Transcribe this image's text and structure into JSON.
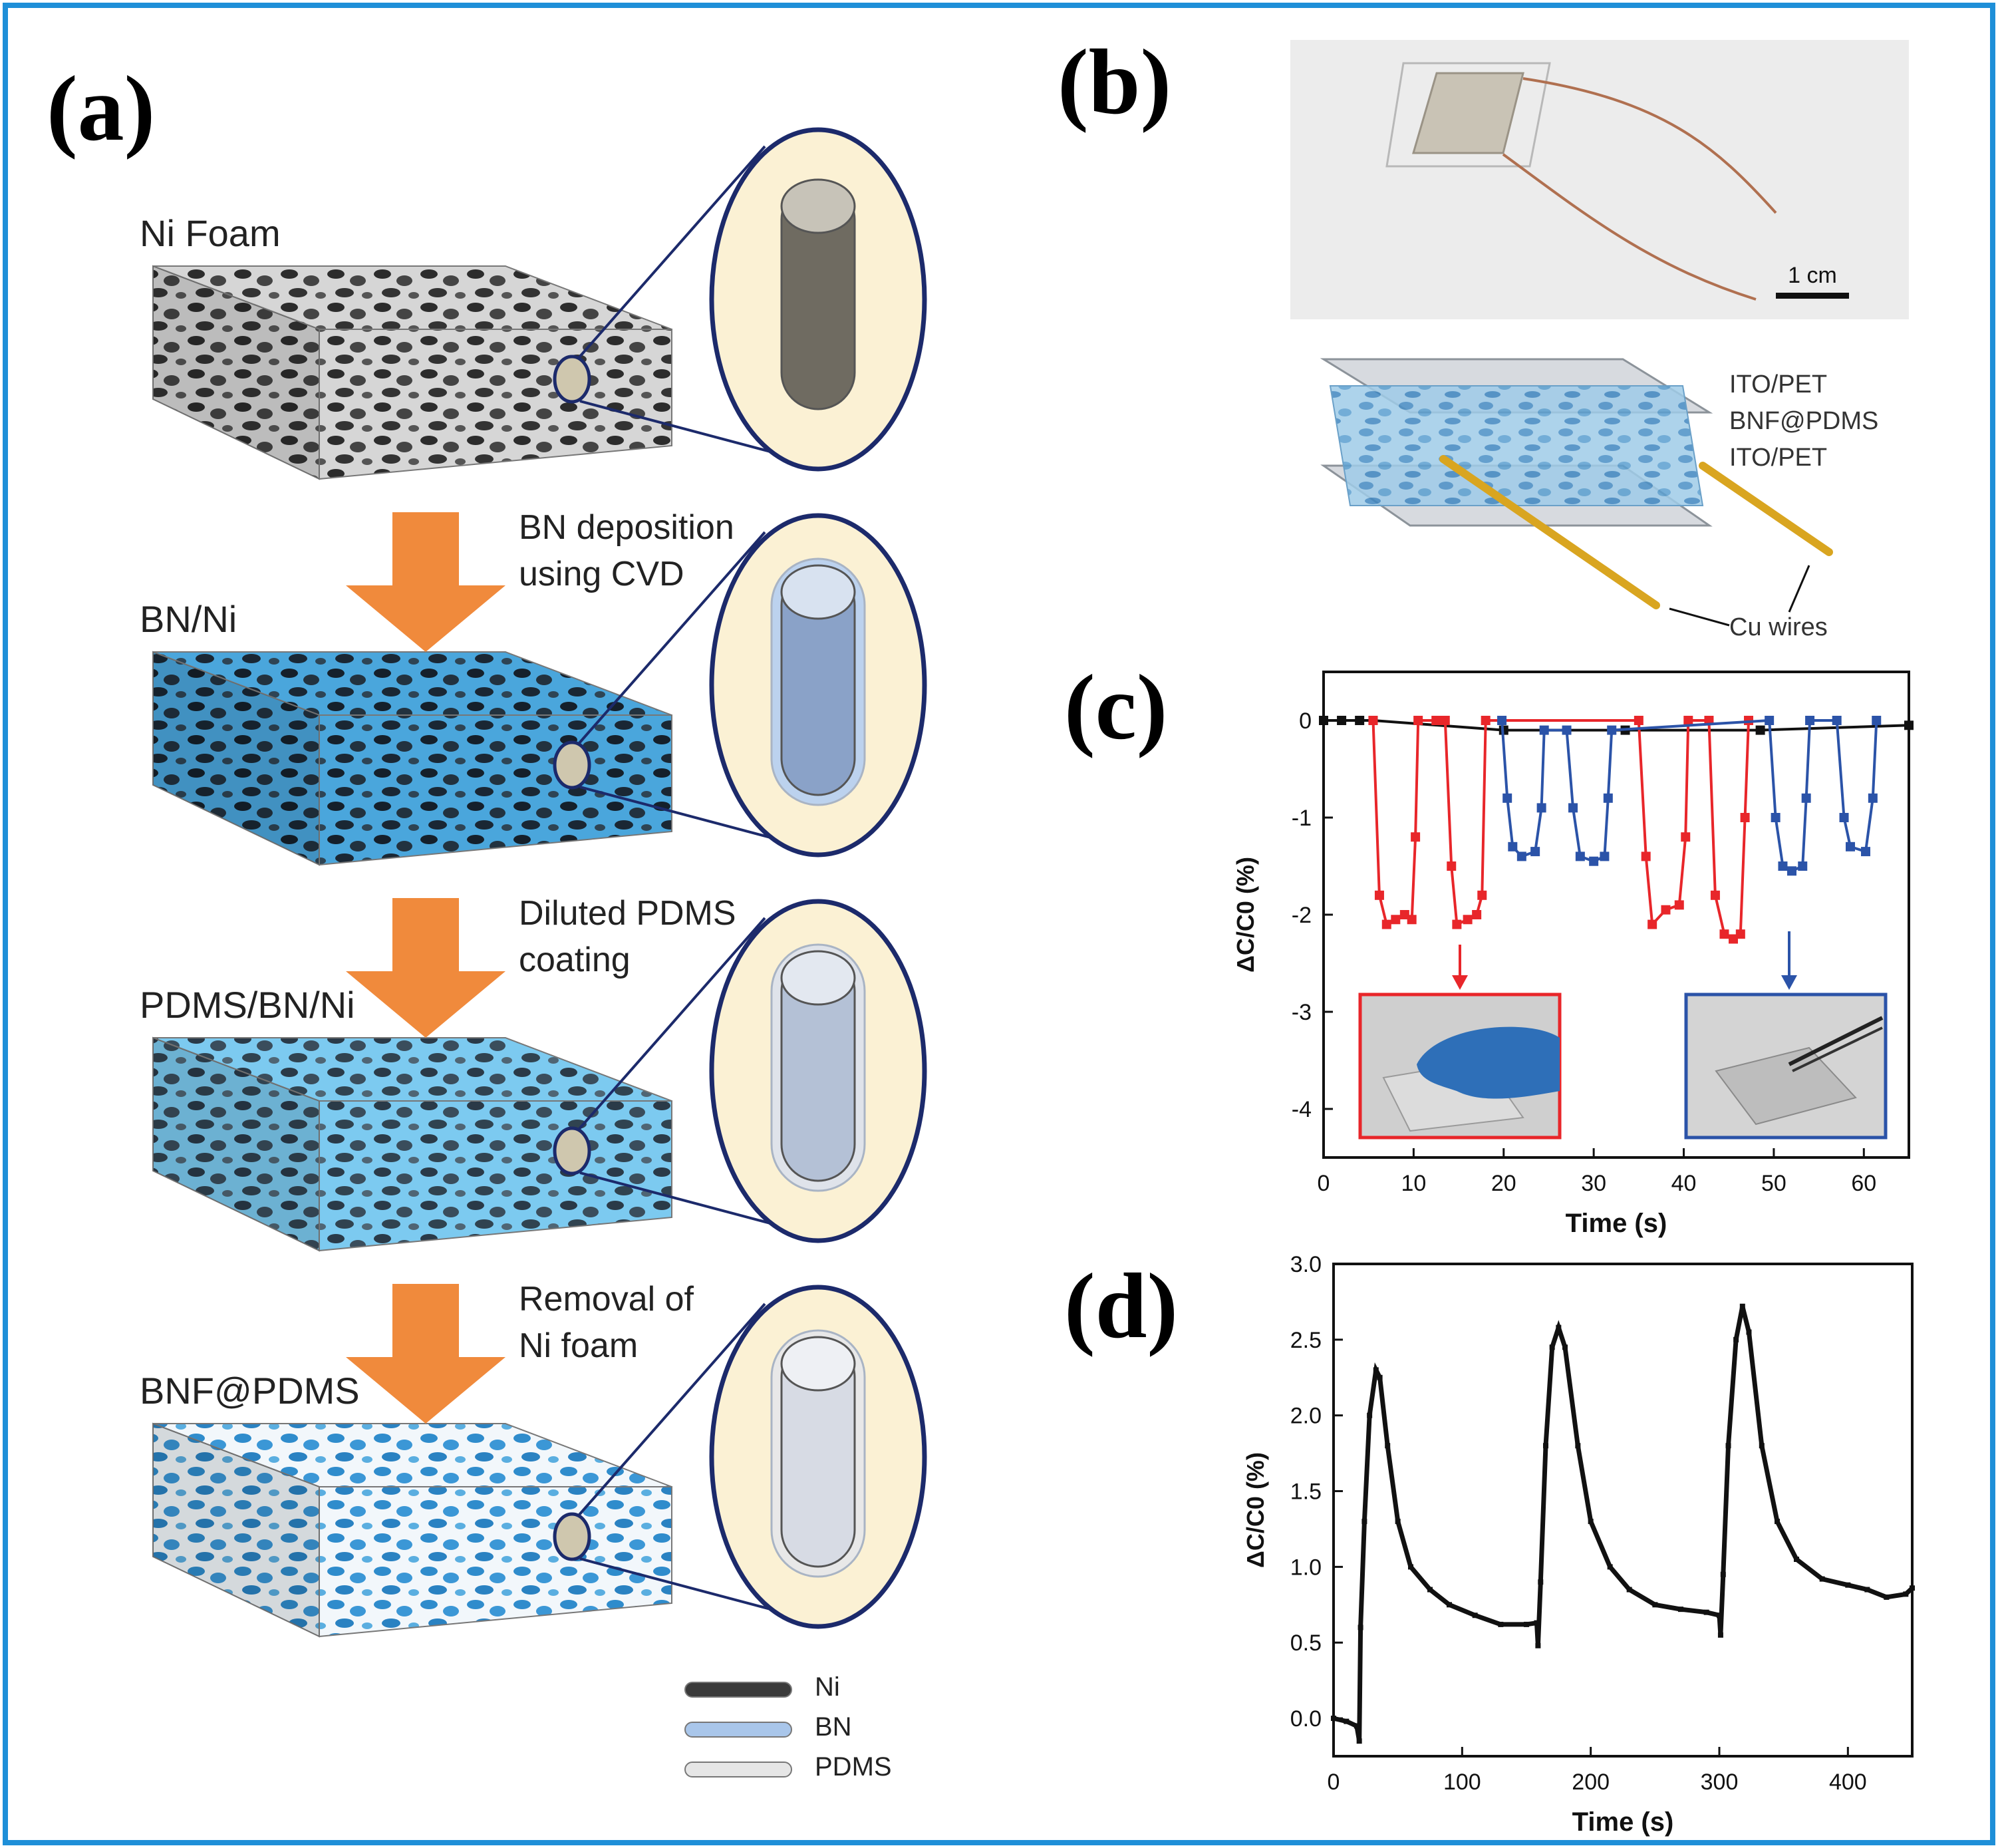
{
  "panels": {
    "a": {
      "label": "(a)",
      "stages": [
        {
          "name": "Ni Foam",
          "theme": "gray"
        },
        {
          "name": "BN/Ni",
          "theme": "blue-dark"
        },
        {
          "name": "PDMS/BN/Ni",
          "theme": "blue-light"
        },
        {
          "name": "BNF@PDMS",
          "theme": "blue-white"
        }
      ],
      "steps": [
        {
          "line1": "BN deposition",
          "line2": "using CVD"
        },
        {
          "line1": "Diluted PDMS",
          "line2": "coating"
        },
        {
          "line1": "Removal of",
          "line2": "Ni foam"
        }
      ],
      "legend": [
        {
          "label": "Ni",
          "color": "#3a3a3a"
        },
        {
          "label": "BN",
          "color": "#a9c6ea"
        },
        {
          "label": "PDMS",
          "color": "#e6e6e6"
        }
      ]
    },
    "b": {
      "label": "(b)",
      "scale_bar": "1 cm",
      "layers": [
        "ITO/PET",
        "BNF@PDMS",
        "ITO/PET"
      ],
      "wires_label": "Cu wires"
    },
    "c": {
      "label": "(c)"
    },
    "d": {
      "label": "(d)"
    }
  },
  "colors": {
    "frame": "#1e8fd8",
    "arrow": "#f08a3c",
    "red": "#e8262a",
    "blue": "#2b53a8"
  },
  "chart_data": [
    {
      "type": "line",
      "xlabel": "Time (s)",
      "ylabel": "ΔC/C0 (%)",
      "xlim": [
        0,
        65
      ],
      "ylim": [
        -4.5,
        0.5
      ],
      "xticks": [
        0,
        10,
        20,
        30,
        40,
        50,
        60
      ],
      "yticks": [
        0,
        -1,
        -2,
        -3,
        -4
      ],
      "series": [
        {
          "color": "#111111",
          "points": [
            [
              0,
              0
            ],
            [
              2,
              0
            ],
            [
              4,
              0
            ],
            [
              5.5,
              0
            ],
            [
              20,
              -0.1
            ],
            [
              33.5,
              -0.1
            ],
            [
              48.5,
              -0.1
            ],
            [
              65,
              -0.05
            ]
          ]
        },
        {
          "color": "#e8262a",
          "points": [
            [
              5.5,
              0
            ],
            [
              6.2,
              -1.8
            ],
            [
              7,
              -2.1
            ],
            [
              8,
              -2.05
            ],
            [
              9,
              -2.0
            ],
            [
              9.8,
              -2.05
            ],
            [
              10.2,
              -1.2
            ],
            [
              10.5,
              0
            ],
            [
              12.5,
              0
            ],
            [
              13.5,
              0
            ],
            [
              14.2,
              -1.5
            ],
            [
              14.8,
              -2.1
            ],
            [
              16,
              -2.05
            ],
            [
              17,
              -2.0
            ],
            [
              17.6,
              -1.8
            ],
            [
              18,
              0
            ],
            [
              35,
              0
            ],
            [
              35.8,
              -1.4
            ],
            [
              36.5,
              -2.1
            ],
            [
              38,
              -1.95
            ],
            [
              39.5,
              -1.9
            ],
            [
              40.2,
              -1.2
            ],
            [
              40.5,
              0
            ],
            [
              42.8,
              0
            ],
            [
              43.5,
              -1.8
            ],
            [
              44.5,
              -2.2
            ],
            [
              45.5,
              -2.25
            ],
            [
              46.3,
              -2.2
            ],
            [
              46.8,
              -1.0
            ],
            [
              47.2,
              0
            ]
          ]
        },
        {
          "color": "#2b53a8",
          "points": [
            [
              19.8,
              0
            ],
            [
              20.4,
              -0.8
            ],
            [
              21,
              -1.3
            ],
            [
              22,
              -1.4
            ],
            [
              23.5,
              -1.35
            ],
            [
              24.2,
              -0.9
            ],
            [
              24.5,
              -0.1
            ],
            [
              27,
              -0.1
            ],
            [
              27.7,
              -0.9
            ],
            [
              28.5,
              -1.4
            ],
            [
              30,
              -1.45
            ],
            [
              31.2,
              -1.4
            ],
            [
              31.6,
              -0.8
            ],
            [
              32,
              -0.1
            ],
            [
              49.5,
              0
            ],
            [
              50.2,
              -1.0
            ],
            [
              51,
              -1.5
            ],
            [
              52,
              -1.55
            ],
            [
              53.2,
              -1.5
            ],
            [
              53.6,
              -0.8
            ],
            [
              54,
              0
            ],
            [
              57,
              0
            ],
            [
              57.8,
              -1.0
            ],
            [
              58.5,
              -1.3
            ],
            [
              60.2,
              -1.35
            ],
            [
              61,
              -0.8
            ],
            [
              61.4,
              0
            ]
          ]
        }
      ]
    },
    {
      "type": "line",
      "xlabel": "Time (s)",
      "ylabel": "ΔC/C0 (%)",
      "xlim": [
        0,
        450
      ],
      "ylim": [
        -0.25,
        3.0
      ],
      "xticks": [
        0,
        100,
        200,
        300,
        400
      ],
      "yticks": [
        0.0,
        0.5,
        1.0,
        1.5,
        2.0,
        2.5,
        3.0
      ],
      "series": [
        {
          "color": "#111111",
          "points": [
            [
              0,
              0
            ],
            [
              10,
              -0.02
            ],
            [
              18,
              -0.05
            ],
            [
              20,
              -0.15
            ],
            [
              21,
              0.6
            ],
            [
              24,
              1.3
            ],
            [
              28,
              2.0
            ],
            [
              33,
              2.3
            ],
            [
              36,
              2.25
            ],
            [
              42,
              1.8
            ],
            [
              50,
              1.3
            ],
            [
              60,
              1.0
            ],
            [
              75,
              0.85
            ],
            [
              90,
              0.75
            ],
            [
              110,
              0.68
            ],
            [
              130,
              0.62
            ],
            [
              150,
              0.62
            ],
            [
              158,
              0.63
            ],
            [
              159,
              0.48
            ],
            [
              161,
              0.9
            ],
            [
              165,
              1.8
            ],
            [
              170,
              2.45
            ],
            [
              175,
              2.58
            ],
            [
              180,
              2.45
            ],
            [
              190,
              1.8
            ],
            [
              200,
              1.3
            ],
            [
              215,
              1.0
            ],
            [
              230,
              0.85
            ],
            [
              250,
              0.75
            ],
            [
              270,
              0.72
            ],
            [
              290,
              0.7
            ],
            [
              300,
              0.68
            ],
            [
              301,
              0.55
            ],
            [
              303,
              0.95
            ],
            [
              307,
              1.8
            ],
            [
              313,
              2.5
            ],
            [
              318,
              2.72
            ],
            [
              323,
              2.55
            ],
            [
              333,
              1.8
            ],
            [
              345,
              1.3
            ],
            [
              360,
              1.05
            ],
            [
              380,
              0.92
            ],
            [
              400,
              0.88
            ],
            [
              415,
              0.85
            ],
            [
              430,
              0.8
            ],
            [
              445,
              0.82
            ],
            [
              450,
              0.86
            ]
          ]
        }
      ]
    }
  ]
}
